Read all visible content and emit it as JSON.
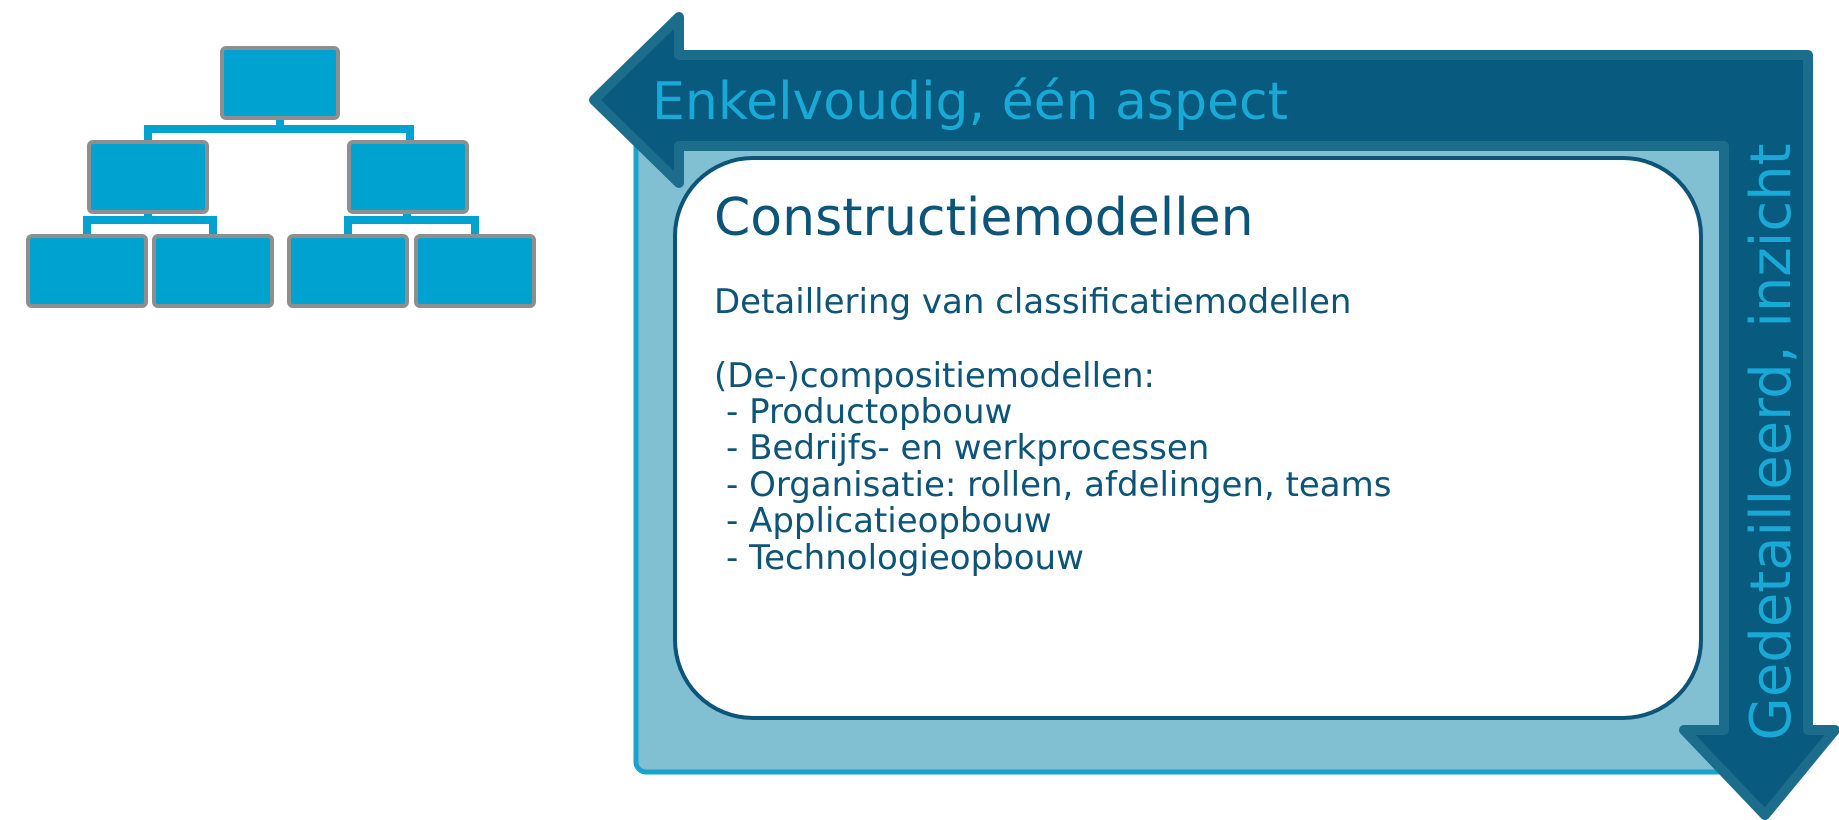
{
  "top_arrow_label": "Enkelvoudig, één aspect",
  "side_arrow_label": "Gedetailleerd, inzicht",
  "card": {
    "title": "Constructiemodellen",
    "subtitle": "Detaillering van classificatiemodellen",
    "list_heading": "(De-)compositiemodellen:",
    "items": [
      "- Productopbouw",
      "- Bedrijfs- en werkprocessen",
      "- Organisatie: rollen, afdelingen, teams",
      "- Applicatieopbouw",
      "- Technologieopbouw"
    ]
  },
  "colors": {
    "arrow_dark": "#085a7e",
    "arrow_border": "#1b6d8b",
    "label_cyan": "#18a9d6",
    "panel_fill": "#80c0d2",
    "panel_border": "#1aa3cc",
    "card_border": "#0c5478",
    "text_dark": "#0c5478",
    "node_fill": "#00a3d0",
    "node_border": "#8e8e8e",
    "connector": "#00a3d0"
  }
}
